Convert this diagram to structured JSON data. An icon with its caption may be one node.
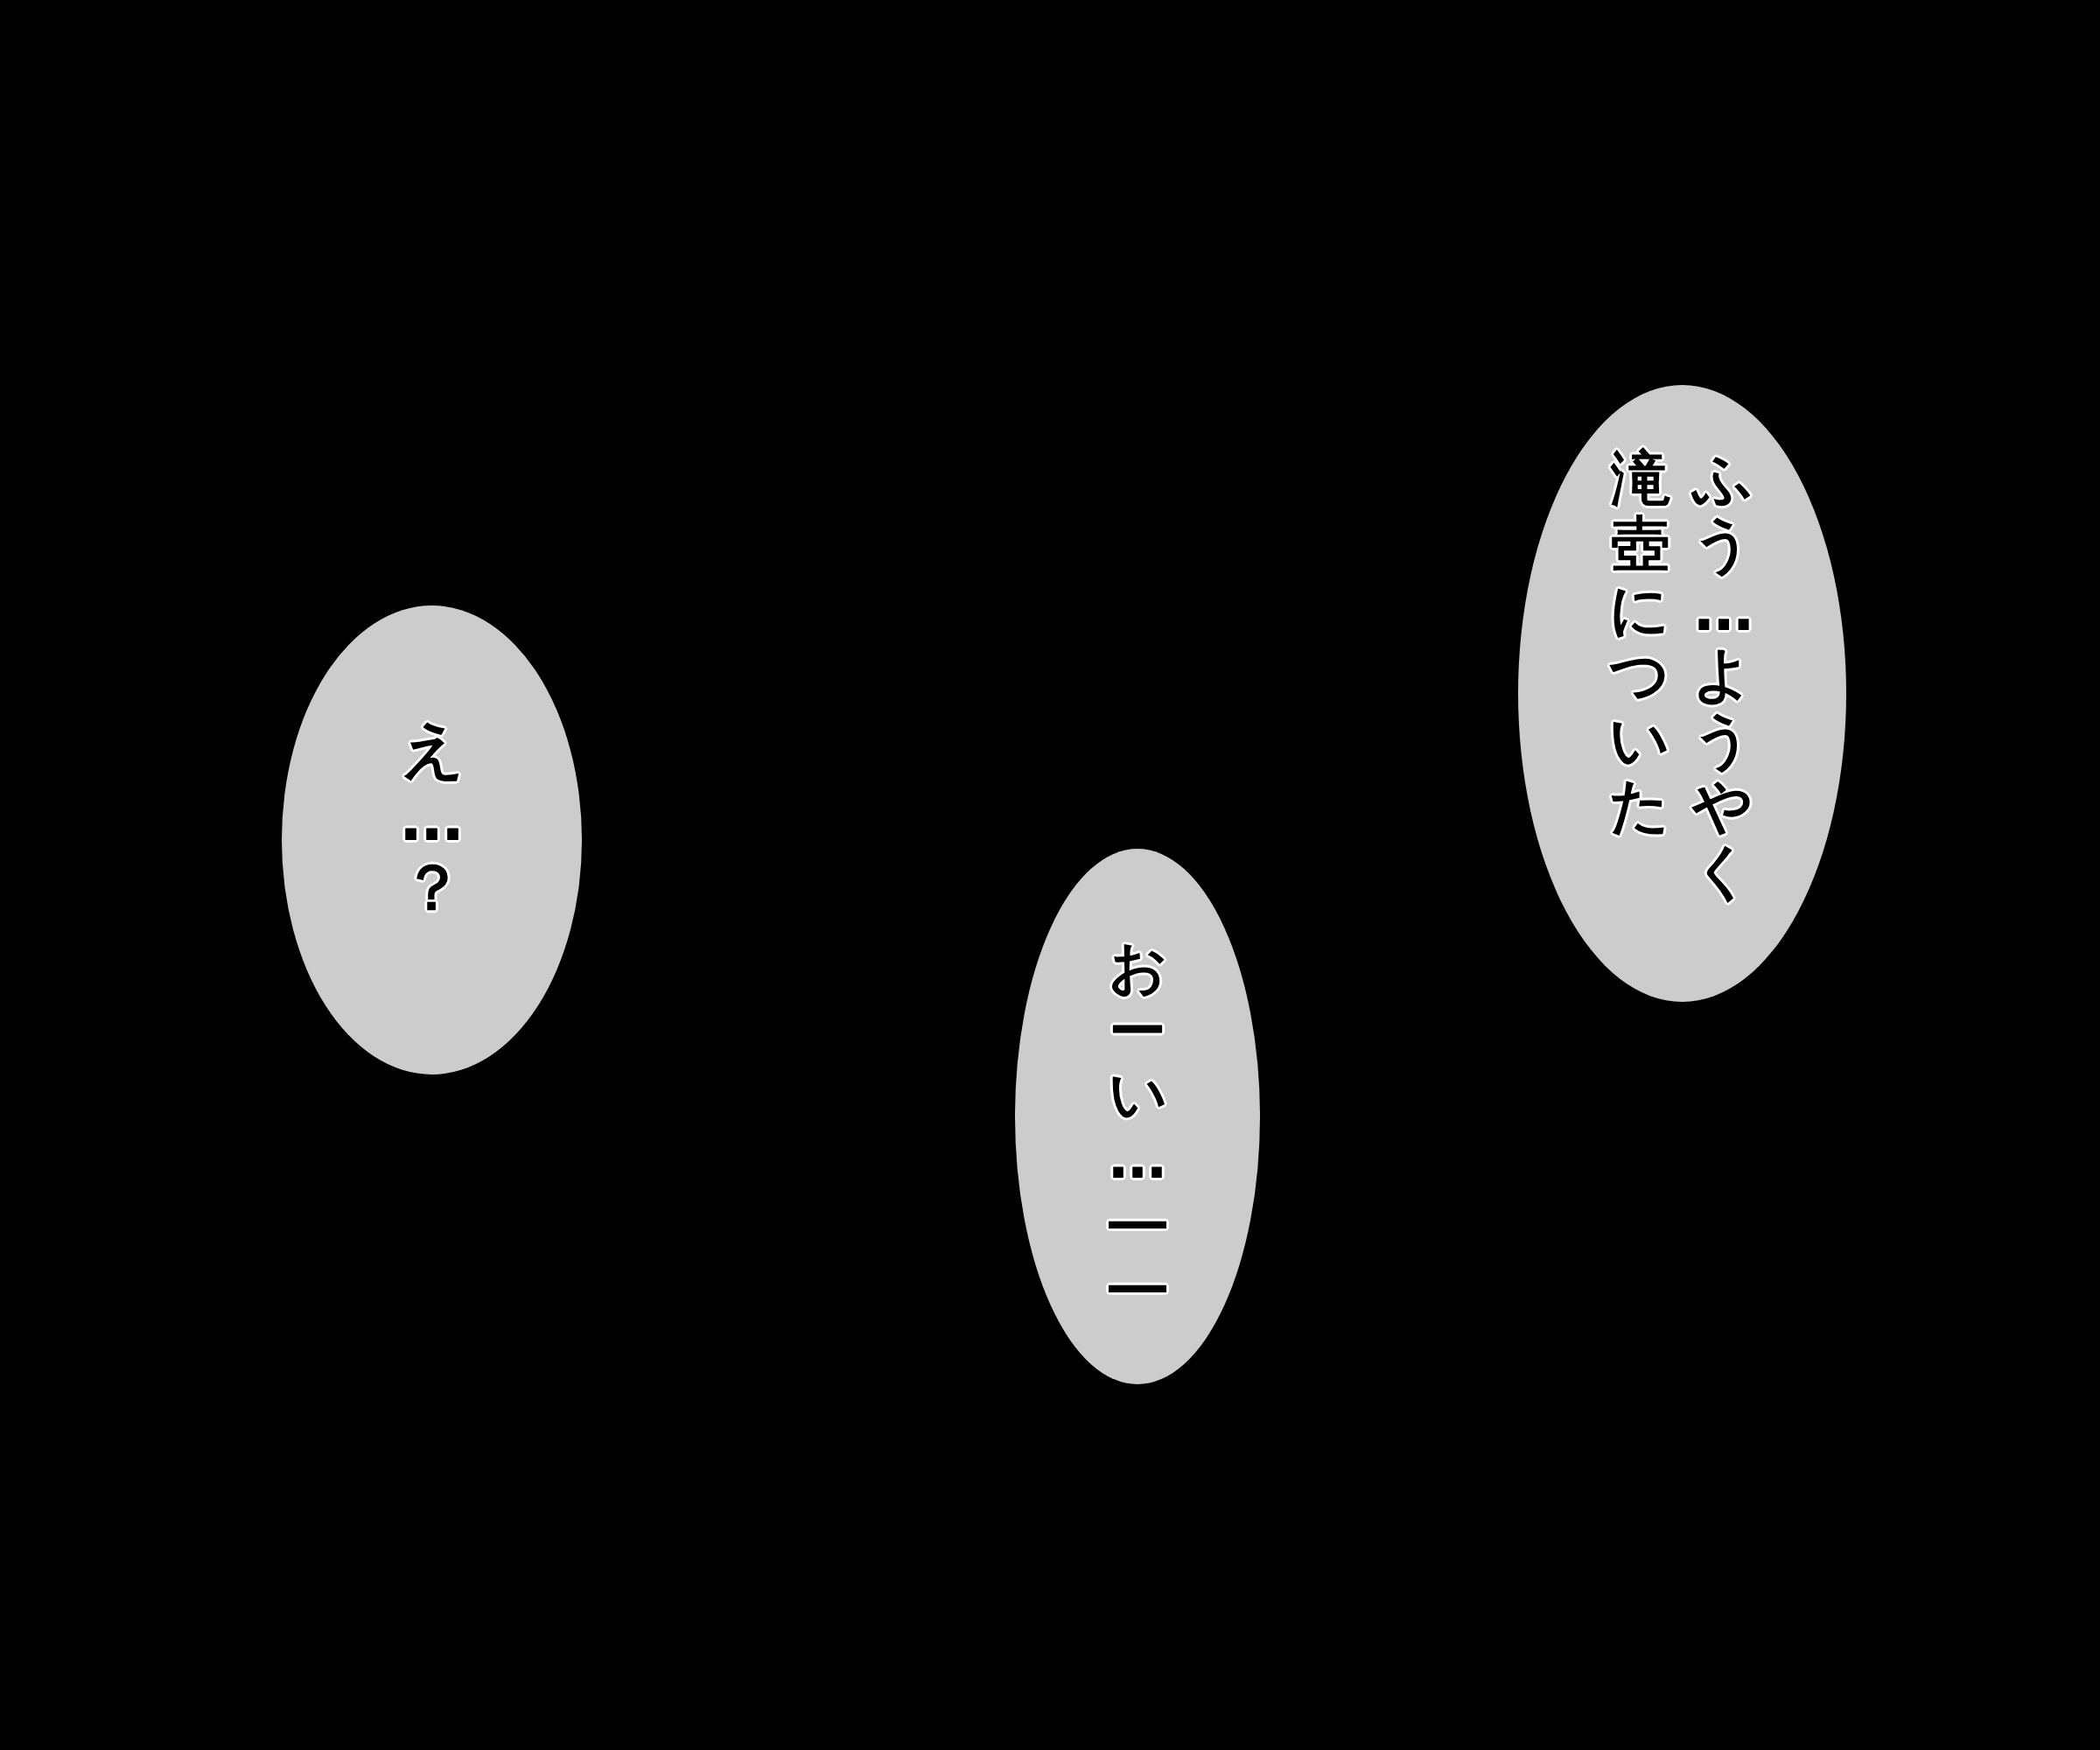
{
  "diagram": {
    "nodes": [
      {
        "text": [
          "ふう…ようやく滝壺についた"
        ]
      },
      {
        "text": [
          "おーい…――"
        ]
      },
      {
        "text": [
          "え…？"
        ]
      }
    ]
  }
}
